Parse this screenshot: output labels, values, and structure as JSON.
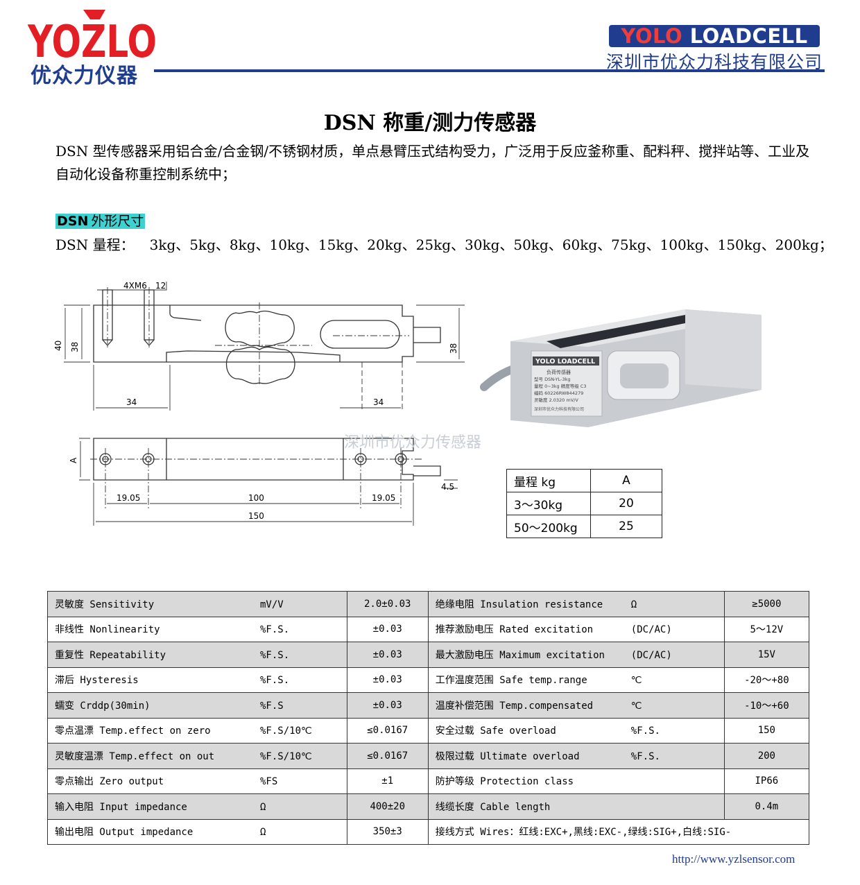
{
  "header": {
    "logo_text": "YOZLO",
    "logo_cn": "优众力仪器",
    "badge_part1": "YOLO",
    "badge_part2": "LOADCELL",
    "company": "深圳市优众力科技有限公司",
    "brand_red": "#e31e24",
    "brand_blue": "#1f3c8e"
  },
  "title": "DSN 称重/测力传感器",
  "intro": "DSN 型传感器采用铝合金/合金钢/不锈钢材质，单点悬臂压式结构受力，广泛用于反应釜称重、配料秤、搅拌站等、工业及自动化设备称重控制系统中；",
  "section": {
    "hl": "DSN",
    "rest": "外形尺寸"
  },
  "ranges": {
    "label": "DSN 量程：",
    "values": "3kg、5kg、8kg、10kg、15kg、20kg、25kg、30kg、50kg、60kg、75kg、100kg、150kg、200kg；"
  },
  "drawing": {
    "thread": "4XM6",
    "thread_depth": "12",
    "h40": "40",
    "h38": "38",
    "h38r": "38",
    "d34a": "34",
    "d34b": "34",
    "dA": "A",
    "d19a": "19.05",
    "d100": "100",
    "d19b": "19.05",
    "d150": "150",
    "d45": "4.5"
  },
  "watermark": "深圳市优众力传感器",
  "photo_label": {
    "brand": "YOLO LOADCELL",
    "line1": "负荷传感器",
    "line2": "型号  DSN-YL-3kg",
    "line3": "量程  0~3kg  精度等级 C3",
    "line4": "编码  60226RW844279",
    "line5": "灵敏度 2.0320 mV/V",
    "line6": "深圳市优众力科技有限公司"
  },
  "capacity_table": {
    "header": [
      "量程  kg",
      "A"
    ],
    "rows": [
      [
        "3～30kg",
        "20"
      ],
      [
        "50～200kg",
        "25"
      ]
    ]
  },
  "spec_rows": [
    {
      "l": "灵敏度 Sensitivity",
      "lu": "mV/V",
      "lv": "2.0±0.03",
      "r": "绝缘电阻 Insulation resistance",
      "ru": "Ω",
      "rv": "≥5000"
    },
    {
      "l": "非线性 Nonlinearity",
      "lu": "%F.S.",
      "lv": "±0.03",
      "r": "推荐激励电压 Rated excitation",
      "ru": "(DC/AC)",
      "rv": "5～12V"
    },
    {
      "l": "重复性 Repeatability",
      "lu": "%F.S.",
      "lv": "±0.03",
      "r": "最大激励电压 Maximum excitation",
      "ru": "(DC/AC)",
      "rv": "15V"
    },
    {
      "l": "滞后 Hysteresis",
      "lu": "%F.S.",
      "lv": "±0.03",
      "r": "工作温度范围 Safe temp.range",
      "ru": "℃",
      "rv": "-20～+80"
    },
    {
      "l": "蠕变 Crddp(30min)",
      "lu": "%F.S",
      "lv": "±0.03",
      "r": "温度补偿范围 Temp.compensated",
      "ru": "℃",
      "rv": "-10～+60"
    },
    {
      "l": "零点温漂 Temp.effect on zero",
      "lu": "%F.S/10℃",
      "lv": "≤0.0167",
      "r": "安全过载 Safe overload",
      "ru": "%F.S.",
      "rv": "150"
    },
    {
      "l": "灵敏度温漂 Temp.effect on out",
      "lu": "%F.S/10℃",
      "lv": "≤0.0167",
      "r": "极限过载 Ultimate overload",
      "ru": "%F.S.",
      "rv": "200"
    },
    {
      "l": "零点输出 Zero output",
      "lu": "%FS",
      "lv": "±1",
      "r": "防护等级 Protection class",
      "ru": "",
      "rv": "IP66"
    },
    {
      "l": "输入电阻 Input impedance",
      "lu": "Ω",
      "lv": "400±20",
      "r": "线缆长度 Cable length",
      "ru": "",
      "rv": "0.4m"
    },
    {
      "l": "输出电阻 Output impedance",
      "lu": "Ω",
      "lv": "350±3",
      "r": "接线方式 Wires：红线:EXC+,黑线:EXC-,绿线:SIG+,白线:SIG-",
      "ru": "",
      "rv": ""
    }
  ],
  "footer_url": "http://www.yzlsensor.com"
}
